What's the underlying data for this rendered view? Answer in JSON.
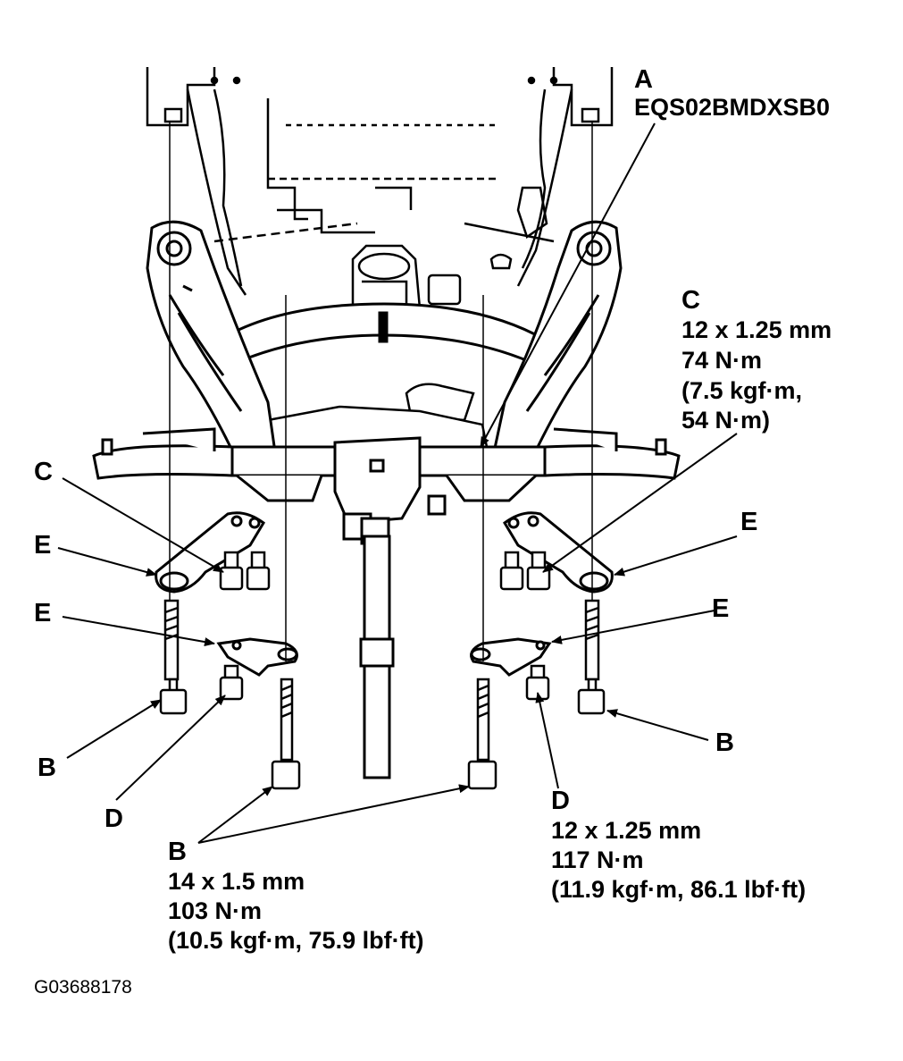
{
  "callouts": {
    "a": {
      "letter": "A",
      "code": "EQS02BMDXSB0"
    },
    "c_right": {
      "letter": "C",
      "size": "12 x 1.25 mm",
      "torque": "74 N·m",
      "torque_alt_1": "(7.5 kgf·m,",
      "torque_alt_2": "54 N·m)"
    },
    "c_left": {
      "letter": "C"
    },
    "e_left_upper": {
      "letter": "E"
    },
    "e_left_lower": {
      "letter": "E"
    },
    "e_right_upper": {
      "letter": "E"
    },
    "e_right_lower": {
      "letter": "E"
    },
    "b_left": {
      "letter": "B"
    },
    "b_right": {
      "letter": "B"
    },
    "d_left": {
      "letter": "D"
    },
    "b_center": {
      "letter": "B",
      "size": "14 x 1.5 mm",
      "torque": "103 N·m",
      "torque_alt": "(10.5 kgf·m, 75.9 lbf·ft)"
    },
    "d_right": {
      "letter": "D",
      "size": "12 x 1.25 mm",
      "torque": "117 N·m",
      "torque_alt": "(11.9 kgf·m, 86.1 lbf·ft)"
    }
  },
  "figure_id": "G03688178"
}
